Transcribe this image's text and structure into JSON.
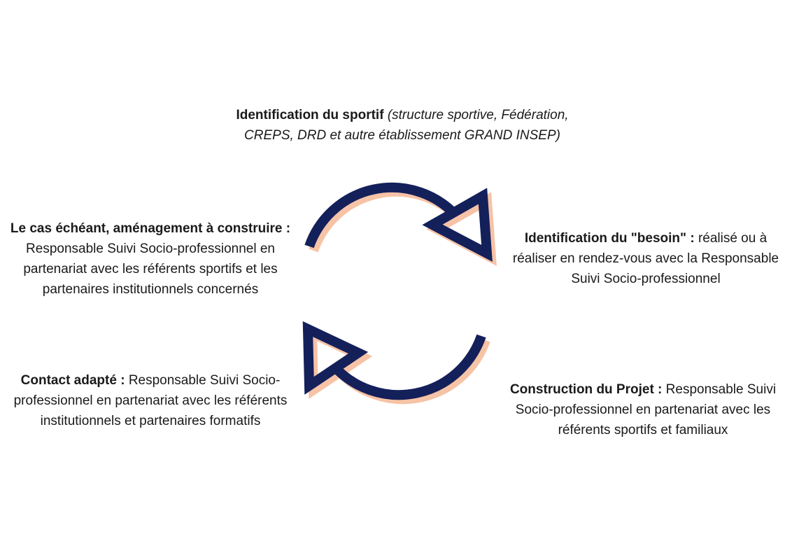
{
  "steps": {
    "identification_sportif": {
      "title": "Identification du sportif",
      "detail": "(structure sportive, Fédération, CREPS, DRD et autre établissement GRAND INSEP)"
    },
    "identification_besoin": {
      "title": "Identification du \"besoin\" :",
      "detail": "réalisé ou à réaliser en rendez-vous avec la Responsable Suivi Socio-professionnel"
    },
    "construction_projet": {
      "title": "Construction du Projet :",
      "detail": "Responsable Suivi Socio-professionnel en partenariat avec les référents sportifs et familiaux"
    },
    "contact_adapte": {
      "title": "Contact adapté :",
      "detail": "Responsable Suivi Socio-professionnel en partenariat avec les référents institutionnels et partenaires formatifs"
    },
    "amenagement": {
      "title": "Le cas échéant, aménagement à construire :",
      "detail": "Responsable Suivi Socio-professionnel en partenariat avec les référents sportifs et les partenaires institutionnels concernés"
    }
  },
  "colors": {
    "arrow": "#14205a",
    "arrow_shadow": "#f6c3a6",
    "text": "#1a1a1a"
  }
}
